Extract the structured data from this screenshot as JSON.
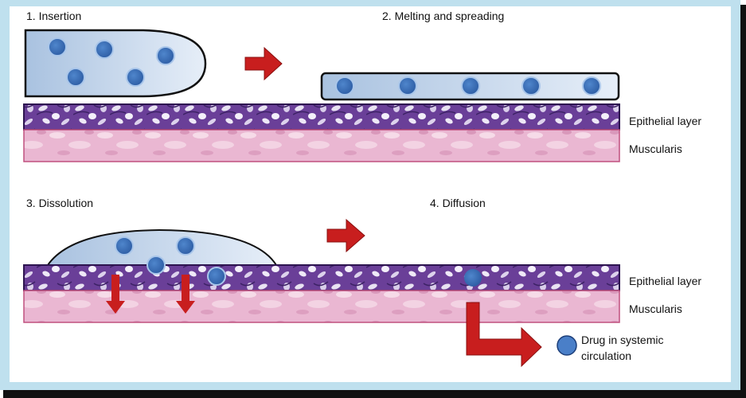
{
  "steps": {
    "step1": "1. Insertion",
    "step2": "2. Melting and spreading",
    "step3": "3. Dissolution",
    "step4": "4. Diffusion"
  },
  "layers": {
    "epithelial": "Epithelial layer",
    "muscularis": "Muscularis"
  },
  "legend": {
    "line1": "Drug in systemic",
    "line2": "circulation"
  },
  "colors": {
    "frame": "#bfe0ee",
    "drug": "#3a6db5",
    "arrow": "#c81e1e",
    "epithelium": "#6a3f98",
    "muscularis": "#e9b0cf"
  }
}
